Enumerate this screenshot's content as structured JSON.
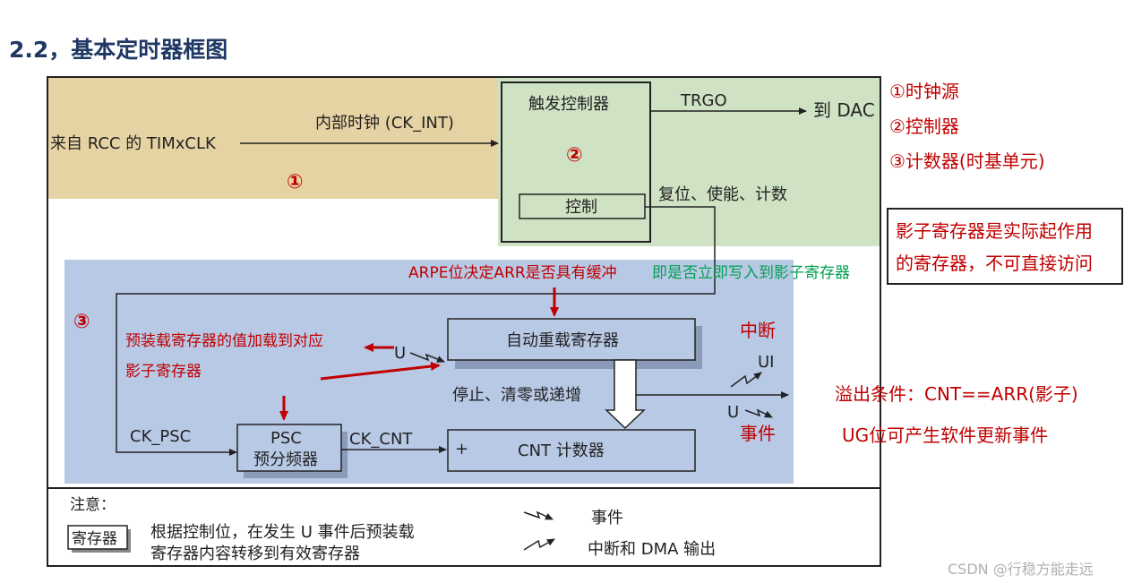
{
  "page": {
    "title": "2.2，基本定时器框图"
  },
  "diagram": {
    "input_label": "来自 RCC 的 TIMxCLK",
    "internal_clock_label": "内部时钟 (CK_INT)",
    "trigger_controller_label": "触发控制器",
    "control_label": "控制",
    "trgo_label": "TRGO",
    "to_dac_label": "到 DAC",
    "reset_enable_count_label": "复位、使能、计数",
    "zone1_marker": "①",
    "zone2_marker": "②",
    "zone3_marker": "③",
    "arpe_note": "ARPE位决定ARR是否具有缓冲",
    "arpe_note_2": "即是否立即写入到影子寄存器",
    "auto_reload_label": "自动重载寄存器",
    "preload_note_line1": "预装载寄存器的值加载到对应",
    "preload_note_line2": "影子寄存器",
    "u_label": "U",
    "stop_clear_label": "停止、清零或递增",
    "interrupt_label": "中断",
    "ui_label": "UI",
    "u_event_label": "U",
    "event_label": "事件",
    "ck_psc_label": "CK_PSC",
    "psc_label": "PSC",
    "prescaler_label": "预分频器",
    "ck_cnt_label": "CK_CNT",
    "plus_label": "+",
    "cnt_label": "CNT 计数器",
    "notes_title": "注意：",
    "register_sample": "寄存器",
    "register_desc_line1": "根据控制位，在发生 U 事件后预装载",
    "register_desc_line2": "寄存器内容转移到有效寄存器",
    "legend_event": "事件",
    "legend_interrupt_dma": "中断和 DMA 输出"
  },
  "legend": {
    "items": [
      "①时钟源",
      "②控制器",
      "③计数器(时基单元)"
    ]
  },
  "shadow_note": {
    "line1": "影子寄存器是实际起作用",
    "line2": "的寄存器，不可直接访问"
  },
  "overflow_note": "溢出条件：CNT==ARR(影子)",
  "ug_note": "UG位可产生软件更新事件",
  "watermark": "CSDN @行稳方能走远",
  "colors": {
    "zone1": "#e6d3a3",
    "zone2": "#cfe3c4",
    "zone3": "#b8c9e6",
    "accent_red": "#c00000",
    "accent_green": "#00a050",
    "title_blue": "#1f3864"
  }
}
